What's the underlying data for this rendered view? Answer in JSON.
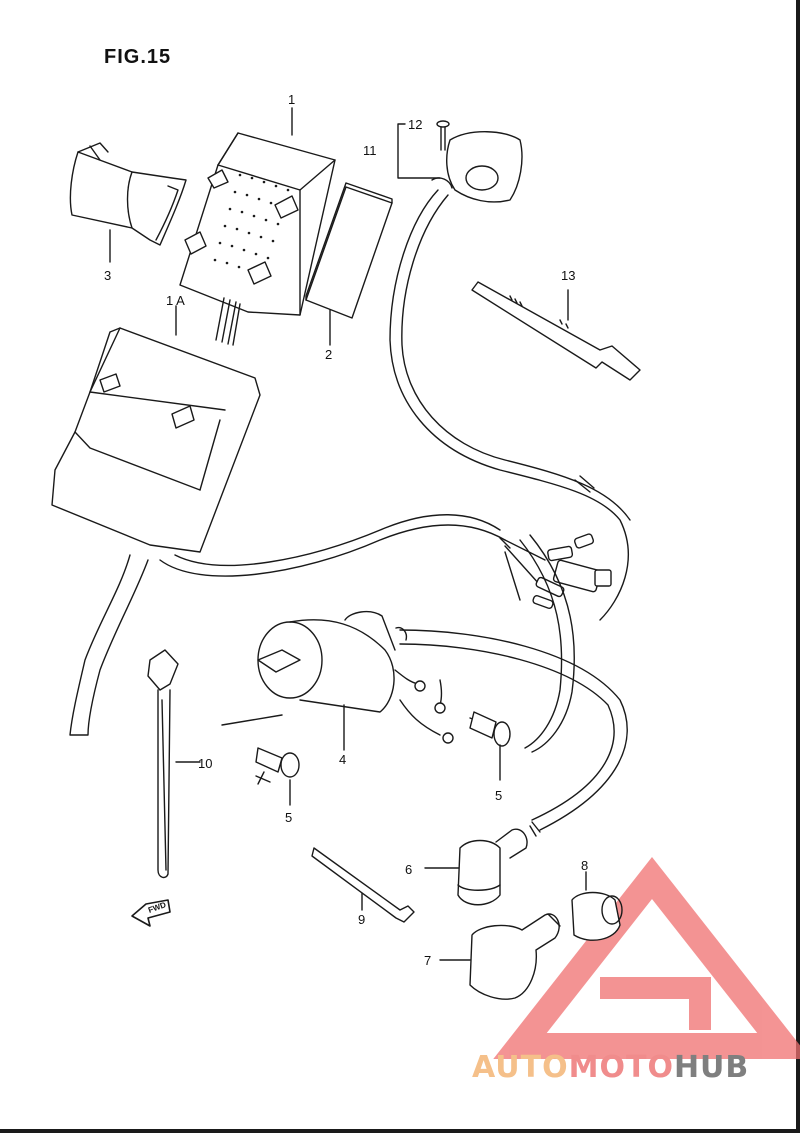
{
  "figure": {
    "title": "FIG.15"
  },
  "callouts": {
    "p1": "1",
    "p1a": "1 A",
    "p2": "2",
    "p3": "3",
    "p4": "4",
    "p5a": "5",
    "p5b": "5",
    "p6": "6",
    "p7": "7",
    "p8": "8",
    "p9": "9",
    "p10": "10",
    "p11": "11",
    "p12": "12",
    "p13": "13"
  },
  "direction_arrow": {
    "label": "FWD"
  },
  "watermark": {
    "part_a": "AUTO",
    "part_b": "MOTO",
    "part_c": "HUB"
  },
  "colors": {
    "line": "#1a1a1a",
    "watermark_red": "#f07070",
    "watermark_orange": "#f5b070",
    "watermark_gray": "#7f7f7f"
  }
}
